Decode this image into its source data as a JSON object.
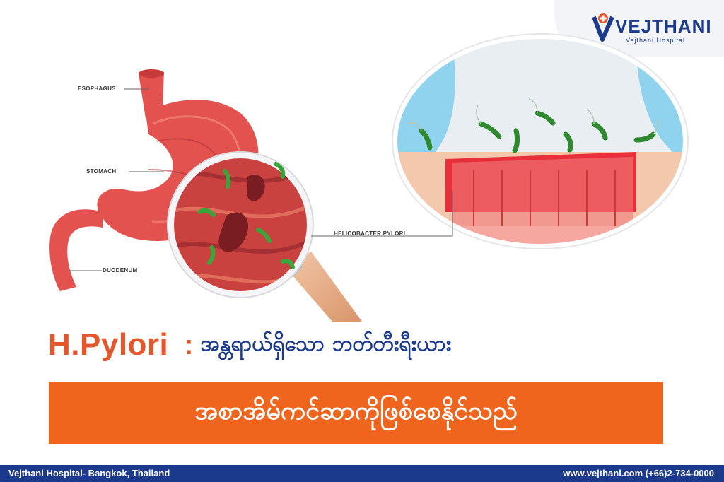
{
  "logo": {
    "name": "VEJTHANI",
    "subtitle": "Vejthani Hospital"
  },
  "labels": {
    "esophagus": "ESOPHAGUS",
    "stomach": "STOMACH",
    "duodenum": "DUODENUM",
    "bacteria": "HELICOBACTER PYLORI"
  },
  "headline": {
    "brand": "H.Pylori",
    "colon": ":",
    "title": "အန္တရာယ်ရှိသော ဘတ်တီးရီးယား"
  },
  "banner": {
    "text": "အစာအိမ်ကင်ဆာကိုဖြစ်စေနိုင်သည်"
  },
  "footer": {
    "left": "Vejthani Hospital- Bangkok, Thailand",
    "right": "www.vejthani.com (+66)2-734-0000"
  },
  "colors": {
    "brand_orange": "#e5572b",
    "banner_orange": "#f0651e",
    "navy": "#1c3a8c",
    "stomach_red": "#e3524f",
    "bacteria_green": "#3aa63a"
  }
}
